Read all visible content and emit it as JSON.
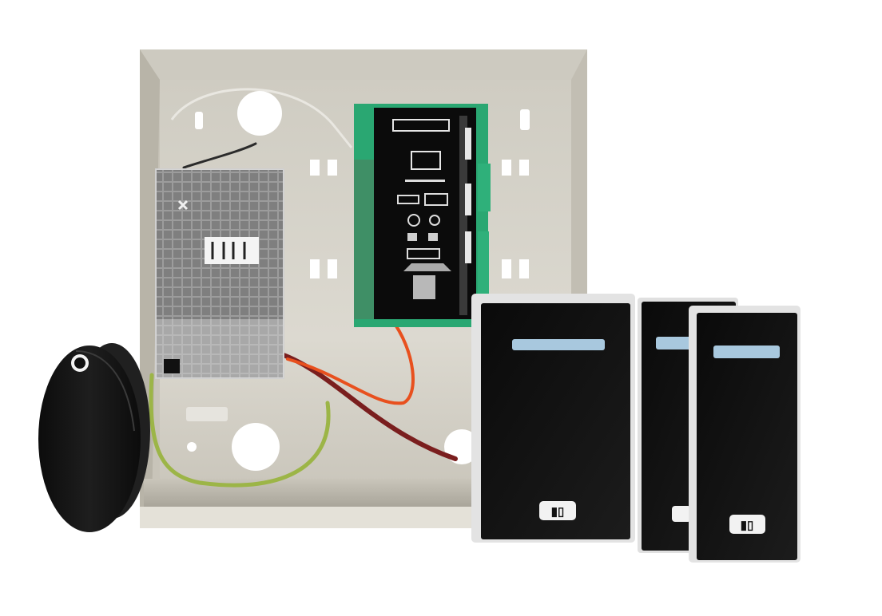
{
  "scene": {
    "description": "Access control kit: metal enclosure with power supply and controller board, three RFID card readers and one key fob",
    "background": "#ffffff"
  },
  "colors": {
    "enclosure_metal": "#d8d5cc",
    "enclosure_shadow": "#bdb9ae",
    "pcb_green": "#2aa772",
    "pcb_black": "#0b0b0b",
    "psu_grey": "#9c9c9c",
    "reader_body": "#121212",
    "reader_frame": "#d9d9d9",
    "reader_led": "#a8c8de",
    "wire_orange": "#e8501e",
    "wire_red": "#8a2222",
    "wire_green": "#9cb547",
    "fob_black": "#141414"
  },
  "objects": {
    "enclosure": {
      "label": "metal enclosure"
    },
    "psu": {
      "label": "power supply unit"
    },
    "controller": {
      "label": "access controller board"
    },
    "readers": [
      {
        "label": "card reader 1"
      },
      {
        "label": "card reader 2"
      },
      {
        "label": "card reader 3"
      }
    ],
    "fob": {
      "label": "RFID key fob"
    }
  }
}
